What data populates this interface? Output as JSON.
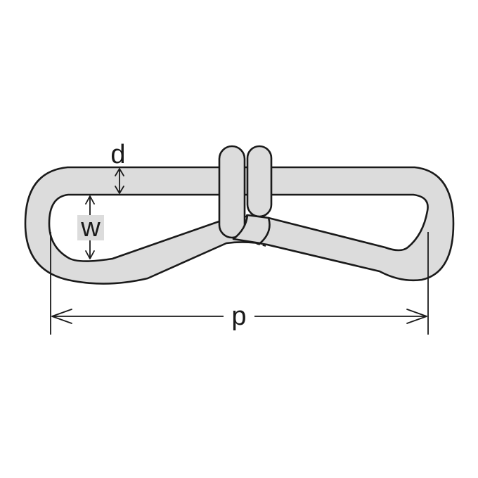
{
  "dimensions": {
    "d": "d",
    "w": "w",
    "p": "p"
  },
  "colors": {
    "wire_fill": "#dcdcdc",
    "outline": "#1a1a1a",
    "background": "#ffffff"
  }
}
